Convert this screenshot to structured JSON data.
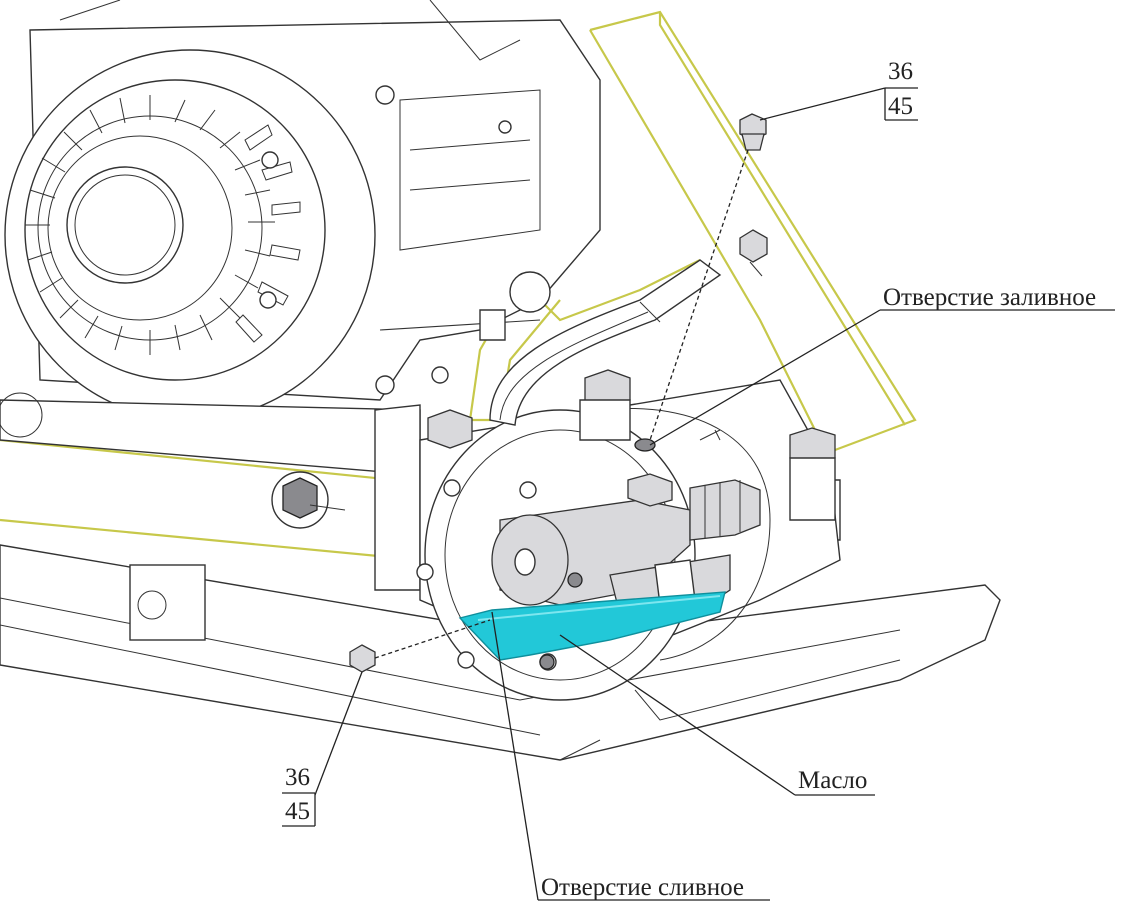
{
  "callouts": {
    "top_ref": {
      "num1": "36",
      "num2": "45"
    },
    "bottom_ref": {
      "num1": "36",
      "num2": "45"
    },
    "fill_hole": "Отверстие заливное",
    "oil": "Масло",
    "drain_hole": "Отверстие сливное"
  },
  "colors": {
    "frame": "#c7c84a",
    "oil": "#22c8d8",
    "line": "#222222"
  }
}
